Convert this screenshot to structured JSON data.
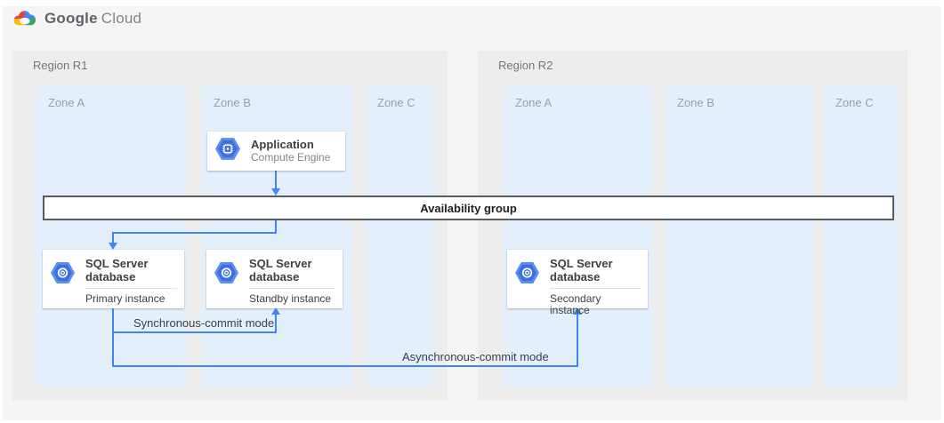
{
  "header": {
    "logo_brand": "Google",
    "logo_product": "Cloud"
  },
  "regions": [
    {
      "label": "Region R1",
      "zones": [
        {
          "label": "Zone A"
        },
        {
          "label": "Zone B"
        },
        {
          "label": "Zone C"
        }
      ]
    },
    {
      "label": "Region R2",
      "zones": [
        {
          "label": "Zone A"
        },
        {
          "label": "Zone B"
        },
        {
          "label": "Zone C"
        }
      ]
    }
  ],
  "nodes": {
    "application": {
      "title": "Application",
      "subtitle": "Compute Engine",
      "icon": "compute-engine-icon"
    },
    "availability_group": {
      "label": "Availability group"
    },
    "sql_primary": {
      "title": "SQL Server database",
      "instance": "Primary instance",
      "icon": "sql-server-database-icon"
    },
    "sql_standby": {
      "title": "SQL Server database",
      "instance": "Standby instance",
      "icon": "sql-server-database-icon"
    },
    "sql_secondary": {
      "title": "SQL Server database",
      "instance": "Secondary instance",
      "icon": "sql-server-database-icon"
    }
  },
  "edges": {
    "sync_label": "Synchronous-commit mode",
    "async_label": "Asynchronous-commit mode"
  },
  "colors": {
    "accent_blue": "#4285f4",
    "zone_fill": "#e3f0fc",
    "region_fill": "#ededee",
    "page_background": "#f5f5f6",
    "google_blue": "#4285f4",
    "google_red": "#ea4335",
    "google_yellow": "#fbbc04",
    "google_green": "#34a853"
  }
}
